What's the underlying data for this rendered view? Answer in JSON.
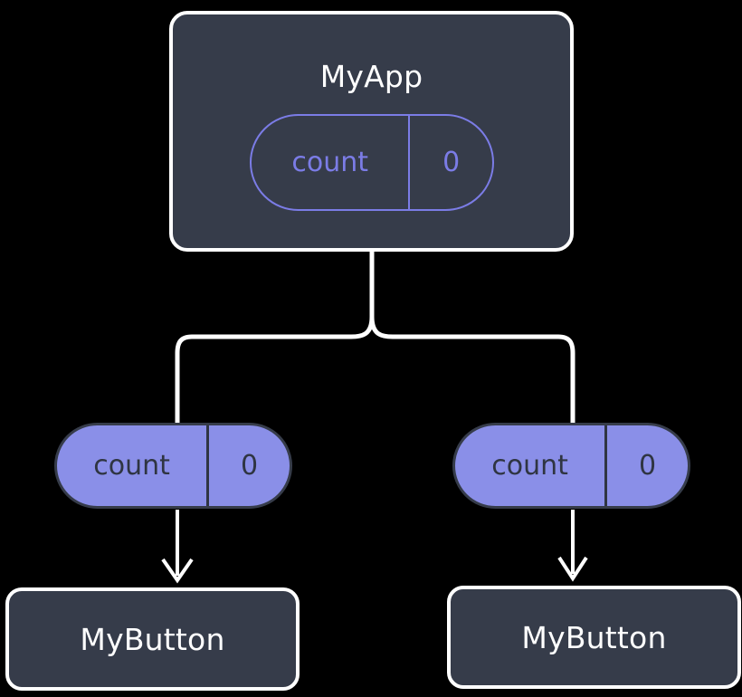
{
  "diagram": {
    "title_text": "",
    "colors": {
      "background": "#000000",
      "card_fill": "#363c4a",
      "card_border": "#ffffff",
      "pill_fill": "#8a8fe8",
      "pill_outline": "#7b7ce6",
      "pill_text_dark": "#2f3542",
      "connector": "#ffffff"
    },
    "root": {
      "name": "MyApp",
      "state": {
        "key": "count",
        "value": "0"
      }
    },
    "branches": [
      {
        "prop": {
          "key": "count",
          "value": "0"
        },
        "child": {
          "name": "MyButton"
        }
      },
      {
        "prop": {
          "key": "count",
          "value": "0"
        },
        "child": {
          "name": "MyButton"
        }
      }
    ]
  }
}
